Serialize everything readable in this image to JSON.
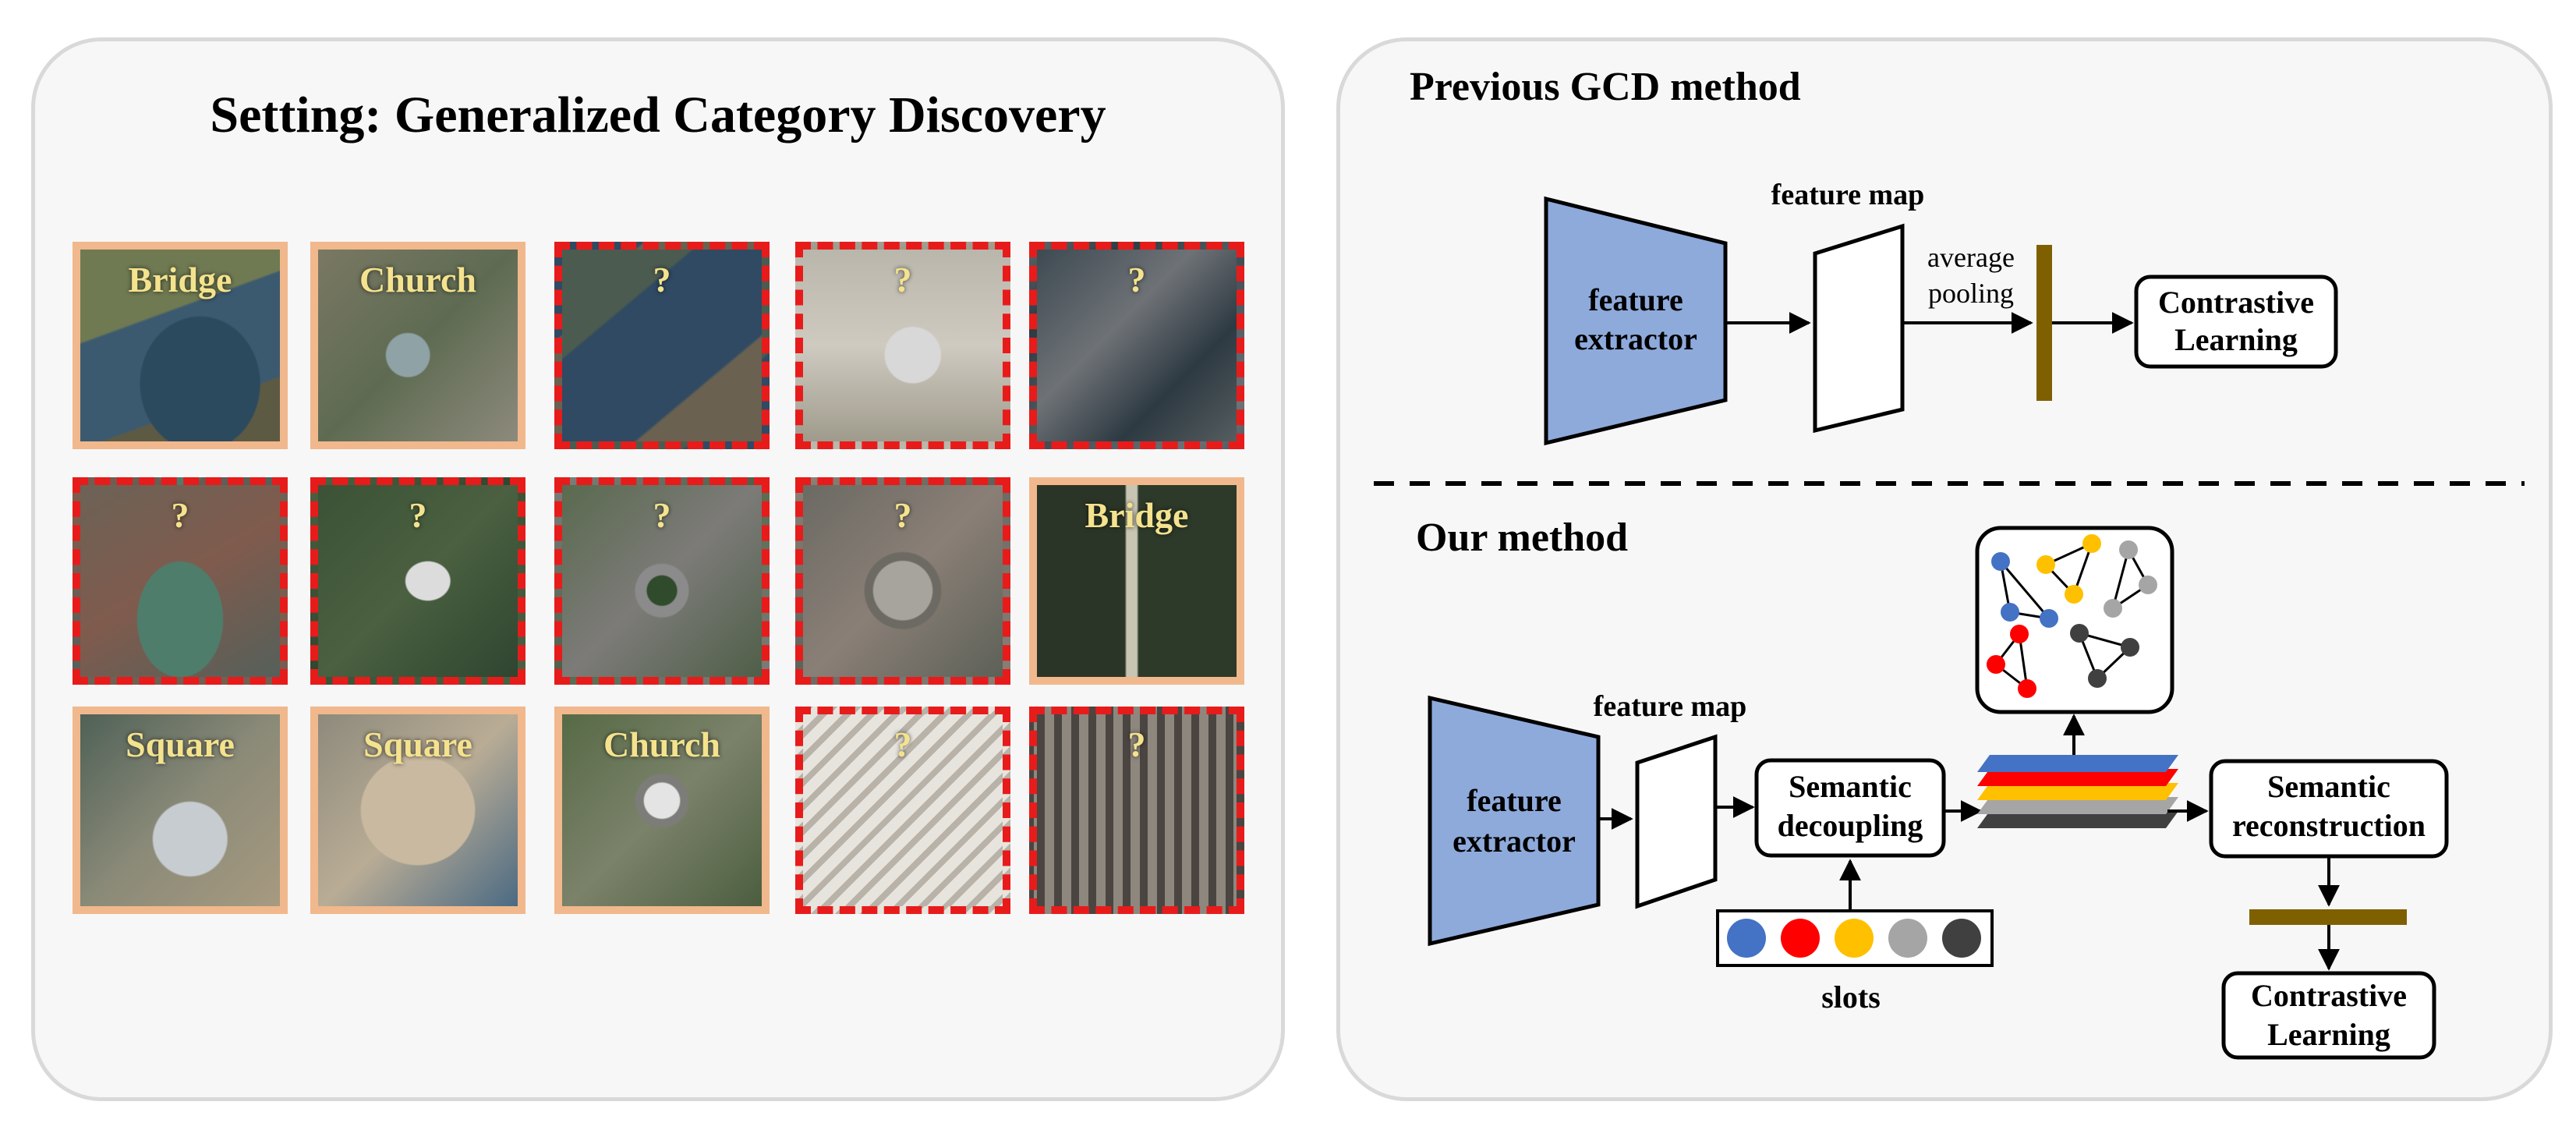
{
  "left": {
    "title": "Setting: Generalized Category Discovery",
    "tiles": [
      {
        "kind": "known",
        "label": "Bridge",
        "scene": "bridge"
      },
      {
        "kind": "known",
        "label": "Church",
        "scene": "church"
      },
      {
        "kind": "unknown",
        "label": "?",
        "scene": "bridge2"
      },
      {
        "kind": "unknown",
        "label": "?",
        "scene": "airport"
      },
      {
        "kind": "unknown",
        "label": "?",
        "scene": "urban"
      },
      {
        "kind": "unknown",
        "label": "?",
        "scene": "factory"
      },
      {
        "kind": "unknown",
        "label": "?",
        "scene": "forest"
      },
      {
        "kind": "unknown",
        "label": "?",
        "scene": "roundabout"
      },
      {
        "kind": "unknown",
        "label": "?",
        "scene": "stadium"
      },
      {
        "kind": "known",
        "label": "Bridge",
        "scene": "bridge3"
      },
      {
        "kind": "known",
        "label": "Square",
        "scene": "square"
      },
      {
        "kind": "known",
        "label": "Square",
        "scene": "square2"
      },
      {
        "kind": "known",
        "label": "Church",
        "scene": "church2"
      },
      {
        "kind": "unknown",
        "label": "?",
        "scene": "airport2"
      },
      {
        "kind": "unknown",
        "label": "?",
        "scene": "parking"
      }
    ]
  },
  "previous": {
    "title": "Previous GCD method",
    "extractor_line1": "feature",
    "extractor_line2": "extractor",
    "feature_map": "feature map",
    "pooling_line1": "average",
    "pooling_line2": "pooling",
    "contrastive_line1": "Contrastive",
    "contrastive_line2": "Learning"
  },
  "ours": {
    "title": "Our method",
    "extractor_line1": "feature",
    "extractor_line2": "extractor",
    "feature_map": "feature map",
    "decoupling_line1": "Semantic",
    "decoupling_line2": "decoupling",
    "reconstruction_line1": "Semantic",
    "reconstruction_line2": "reconstruction",
    "contrastive_line1": "Contrastive",
    "contrastive_line2": "Learning",
    "slots_label": "slots"
  },
  "colors": {
    "extractor_fill": "#8eaadb",
    "pool_bar": "#7f6000",
    "slots": [
      "#4472c4",
      "#ff0000",
      "#ffc000",
      "#a5a5a5",
      "#404040"
    ],
    "known_border": "#f0b88c",
    "unknown_border": "#e81b1b",
    "tile_label": "#f4e28e"
  }
}
